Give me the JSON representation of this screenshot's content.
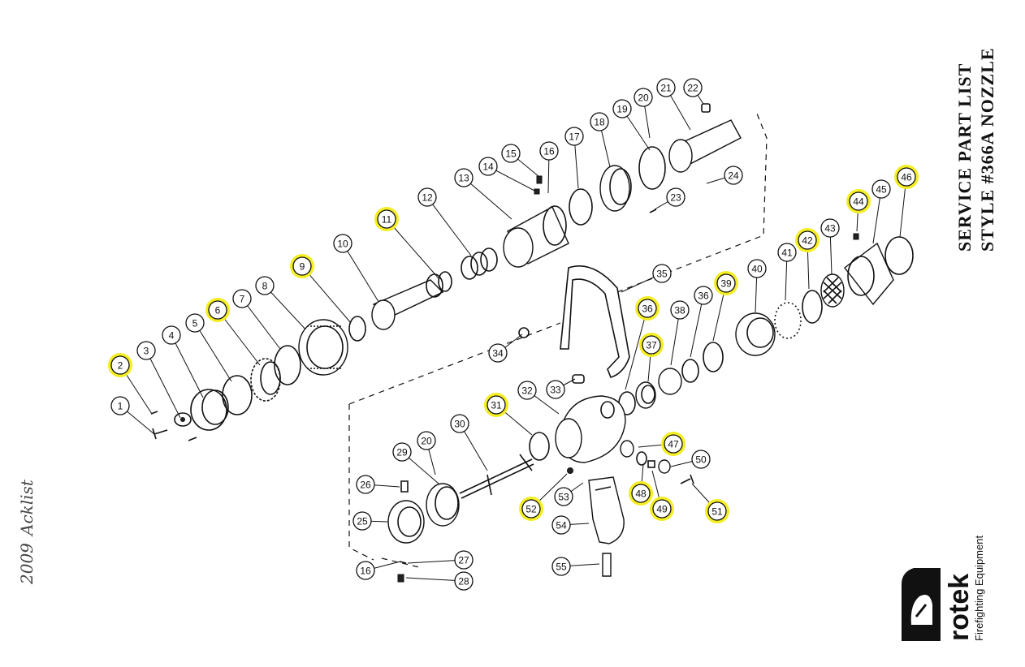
{
  "title": {
    "line1": "SERVICE PART LIST",
    "line2": "STYLE #366A NOZZLE"
  },
  "brand": {
    "name": "rotek",
    "tagline": "Firefighting Equipment"
  },
  "handwriting": {
    "year": "2009",
    "note": "Acklist"
  },
  "highlight_color": "#f4ee22",
  "callouts": [
    {
      "label": "1",
      "highlighted": false
    },
    {
      "label": "2",
      "highlighted": true
    },
    {
      "label": "3",
      "highlighted": false
    },
    {
      "label": "4",
      "highlighted": false
    },
    {
      "label": "5",
      "highlighted": false
    },
    {
      "label": "6",
      "highlighted": true
    },
    {
      "label": "7",
      "highlighted": false
    },
    {
      "label": "8",
      "highlighted": false
    },
    {
      "label": "9",
      "highlighted": true
    },
    {
      "label": "10",
      "highlighted": false
    },
    {
      "label": "11",
      "highlighted": true
    },
    {
      "label": "12",
      "highlighted": false
    },
    {
      "label": "13",
      "highlighted": false
    },
    {
      "label": "14",
      "highlighted": false
    },
    {
      "label": "15",
      "highlighted": false
    },
    {
      "label": "16",
      "highlighted": false
    },
    {
      "label": "17",
      "highlighted": false
    },
    {
      "label": "18",
      "highlighted": false
    },
    {
      "label": "19",
      "highlighted": false
    },
    {
      "label": "20",
      "highlighted": false
    },
    {
      "label": "21",
      "highlighted": false
    },
    {
      "label": "22",
      "highlighted": false
    },
    {
      "label": "23",
      "highlighted": false
    },
    {
      "label": "24",
      "highlighted": false
    },
    {
      "label": "25",
      "highlighted": false
    },
    {
      "label": "26",
      "highlighted": false
    },
    {
      "label": "27",
      "highlighted": false
    },
    {
      "label": "28",
      "highlighted": false
    },
    {
      "label": "29",
      "highlighted": false
    },
    {
      "label": "20",
      "highlighted": false
    },
    {
      "label": "30",
      "highlighted": false
    },
    {
      "label": "31",
      "highlighted": true
    },
    {
      "label": "32",
      "highlighted": false
    },
    {
      "label": "33",
      "highlighted": false
    },
    {
      "label": "34",
      "highlighted": false
    },
    {
      "label": "35",
      "highlighted": false
    },
    {
      "label": "36",
      "highlighted": true
    },
    {
      "label": "37",
      "highlighted": true
    },
    {
      "label": "38",
      "highlighted": false
    },
    {
      "label": "36",
      "highlighted": false
    },
    {
      "label": "39",
      "highlighted": true
    },
    {
      "label": "40",
      "highlighted": false
    },
    {
      "label": "41",
      "highlighted": false
    },
    {
      "label": "42",
      "highlighted": true
    },
    {
      "label": "43",
      "highlighted": false
    },
    {
      "label": "44",
      "highlighted": true
    },
    {
      "label": "45",
      "highlighted": false
    },
    {
      "label": "46",
      "highlighted": true
    },
    {
      "label": "47",
      "highlighted": true
    },
    {
      "label": "48",
      "highlighted": true
    },
    {
      "label": "49",
      "highlighted": true
    },
    {
      "label": "50",
      "highlighted": false
    },
    {
      "label": "51",
      "highlighted": true
    },
    {
      "label": "52",
      "highlighted": true
    },
    {
      "label": "53",
      "highlighted": false
    },
    {
      "label": "54",
      "highlighted": false
    },
    {
      "label": "55",
      "highlighted": false
    },
    {
      "label": "16",
      "highlighted": false
    }
  ]
}
